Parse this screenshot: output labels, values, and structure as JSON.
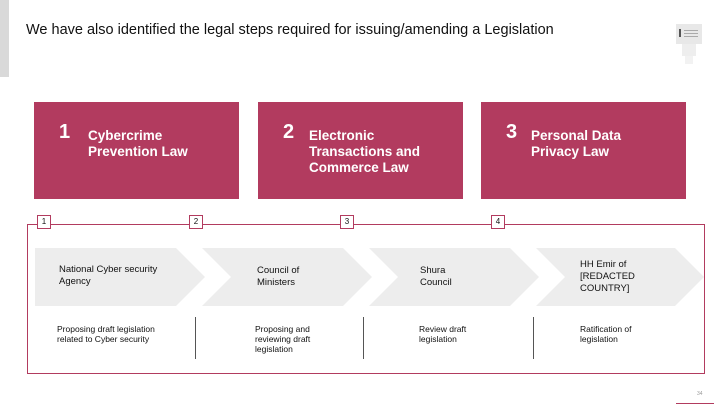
{
  "slide": {
    "title": "We have also identified the legal steps required for issuing/amending a Legislation",
    "page_number": "34"
  },
  "laws": [
    {
      "number": "1",
      "name": "Cybercrime Prevention Law"
    },
    {
      "number": "2",
      "name": "Electronic Transactions and Commerce Law"
    },
    {
      "number": "3",
      "name": "Personal Data Privacy Law"
    }
  ],
  "steps": [
    {
      "number": "1",
      "entity": "National Cyber security Agency",
      "description": "Proposing draft legislation related to Cyber security"
    },
    {
      "number": "2",
      "entity": "Council of Ministers",
      "description": "Proposing and reviewing draft legislation"
    },
    {
      "number": "3",
      "entity": "Shura Council",
      "description": "Review draft legislation"
    },
    {
      "number": "4",
      "entity": "HH Emir of [REDACTED COUNTRY]",
      "description": "Ratification of legislation"
    }
  ],
  "colors": {
    "accent": "#b23b5f",
    "chevron": "#ededed"
  }
}
